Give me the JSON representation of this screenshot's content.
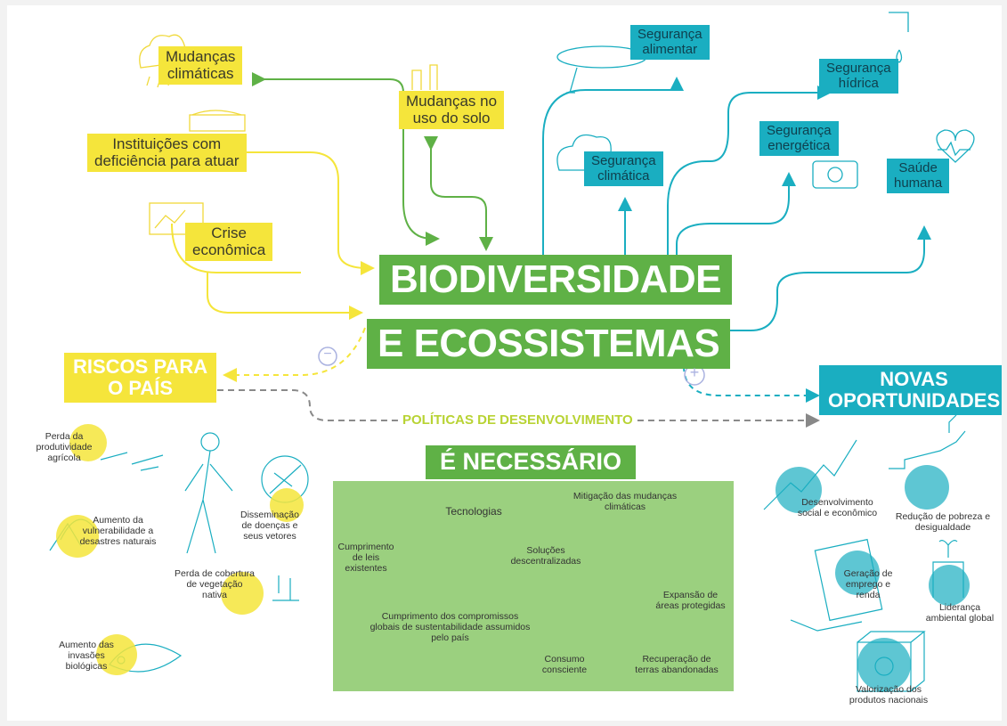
{
  "center_title": [
    "BIODIVERSIDADE",
    "E ECOSSISTEMAS"
  ],
  "drivers": {
    "mudancas_climaticas": [
      "Mudanças",
      "climáticas"
    ],
    "mudancas_solo": [
      "Mudanças no",
      "uso do solo"
    ],
    "instituicoes": [
      "Instituições com",
      "deficiência para atuar"
    ],
    "crise": [
      "Crise",
      "econômica"
    ]
  },
  "securities": {
    "alimentar": [
      "Segurança",
      "alimentar"
    ],
    "hidrica": [
      "Segurança",
      "hídrica"
    ],
    "climatica": [
      "Segurança",
      "climática"
    ],
    "energetica": [
      "Segurança",
      "energética"
    ],
    "saude": [
      "Saúde",
      "humana"
    ]
  },
  "riscos_title": [
    "RISCOS PARA",
    "O PAÍS"
  ],
  "novas_title": [
    "NOVAS",
    "OPORTUNIDADES"
  ],
  "politicas": "POLÍTICAS DE DESENVOLVIMENTO",
  "necessario": "É NECESSÁRIO",
  "signs": {
    "minus": "−",
    "plus": "+"
  },
  "riscos_items": {
    "perda_produtividade": "Perda da produtividade agrícola",
    "disseminacao": "Disseminação de doenças e seus vetores",
    "vulnerabilidade": "Aumento da vulnerabilidade a desastres naturais",
    "perda_cobertura": "Perda de cobertura de vegetação nativa",
    "invasoes": "Aumento das invasões biológicas"
  },
  "necessario_items": {
    "tecnologias": "Tecnologias",
    "mitigacao": "Mitigação das mudanças climáticas",
    "cumprimento_leis": "Cumprimento de leis existentes",
    "solucoes": "Soluções descentralizadas",
    "compromissos": "Cumprimento dos compromissos globais de sustentabilidade assumidos pelo país",
    "expansao": "Expansão de áreas protegidas",
    "consumo": "Consumo consciente",
    "recuperacao": "Recuperação de terras abandonadas"
  },
  "oportunidades_items": {
    "desenvolvimento": "Desenvolvimento social e econômico",
    "reducao": "Redução de pobreza e desigualdade",
    "emprego": "Geração de emprego e renda",
    "lideranca": "Liderança ambiental global",
    "valorizacao": "Valorização dos produtos nacionais"
  },
  "colors": {
    "yellow": "#f5e53b",
    "teal": "#1aaec1",
    "green": "#5fb146",
    "light_green": "#9bd07f",
    "lime": "#b8d334"
  }
}
